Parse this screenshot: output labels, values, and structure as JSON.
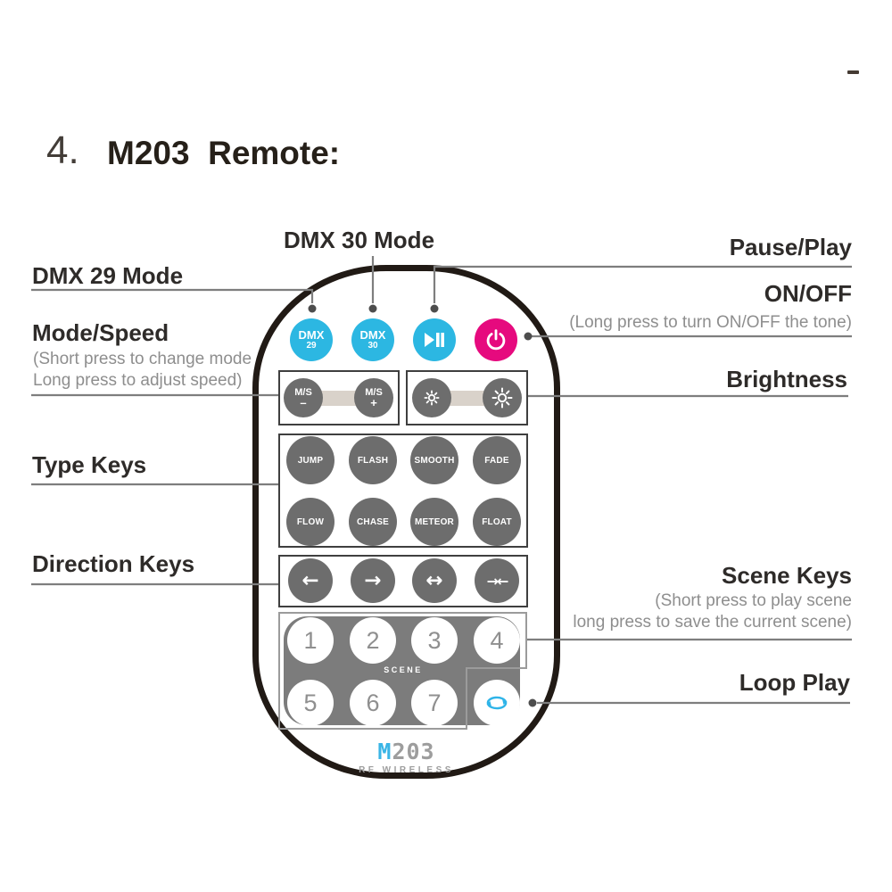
{
  "heading": {
    "number": "4.",
    "title": "M203  Remote:"
  },
  "callouts": {
    "dmx29": {
      "label": "DMX 29 Mode"
    },
    "dmx30": {
      "label": "DMX 30 Mode"
    },
    "pause_play": {
      "label": "Pause/Play"
    },
    "on_off": {
      "label": "ON/OFF",
      "sub": "(Long press to turn ON/OFF the tone)"
    },
    "mode_speed": {
      "label": "Mode/Speed",
      "sub1": "(Short press to change mode",
      "sub2": "Long press to adjust speed)"
    },
    "brightness": {
      "label": "Brightness"
    },
    "type_keys": {
      "label": "Type Keys"
    },
    "direction_keys": {
      "label": "Direction Keys"
    },
    "scene_keys": {
      "label": "Scene Keys",
      "sub1": "(Short press to play scene",
      "sub2": "long press to save the current scene)"
    },
    "loop_play": {
      "label": "Loop Play"
    }
  },
  "remote": {
    "dmx29": {
      "line1": "DMX",
      "line2": "29"
    },
    "dmx30": {
      "line1": "DMX",
      "line2": "30"
    },
    "ms_minus": {
      "label": "M/S",
      "sign": "–"
    },
    "ms_plus": {
      "label": "M/S",
      "sign": "+"
    },
    "type_keys": [
      "JUMP",
      "FLASH",
      "SMOOTH",
      "FADE",
      "FLOW",
      "CHASE",
      "METEOR",
      "FLOAT"
    ],
    "direction_keys": [
      "←",
      "→",
      "↔",
      "→←"
    ],
    "scene_numbers": [
      "1",
      "2",
      "3",
      "4",
      "5",
      "6",
      "7"
    ],
    "scene_label": "SCENE",
    "logo": {
      "m": "M",
      "rest": "203",
      "sub": "RF WIRELESS"
    }
  },
  "icons": {
    "play_pause": "play-pause-icon",
    "power": "power-icon",
    "brightness_low": "sun-dim-icon",
    "brightness_high": "sun-bright-icon",
    "loop": "loop-icon"
  },
  "colors": {
    "cyan": "#2cb7e2",
    "magenta": "#e60a7e",
    "key_gray": "#6d6d6d",
    "scene_panel_gray": "#7c7c7c",
    "callout_line": "#7e7e7e",
    "label_dark": "#2e2b29",
    "label_gray": "#8e8e8e"
  }
}
